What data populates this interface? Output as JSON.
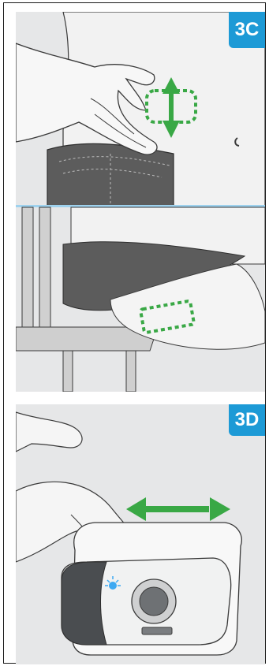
{
  "figure": {
    "panels": [
      {
        "id": "3C",
        "label": "3C"
      },
      {
        "id": "3D",
        "label": "3D"
      }
    ]
  },
  "colors": {
    "background": "#e6e7e8",
    "badge": "#1d9ad6",
    "injection_zone": "#39a845",
    "outline": "#3a3a3a",
    "shorts": "#5c5c5c",
    "device_dark": "#4a4d50",
    "device_light": "#f5f6f6",
    "led": "#3da9f2"
  },
  "icons": [
    "abdomen-injection-site",
    "thigh-injection-site",
    "horizontal-double-arrow",
    "vertical-double-arrow",
    "injector-device"
  ]
}
